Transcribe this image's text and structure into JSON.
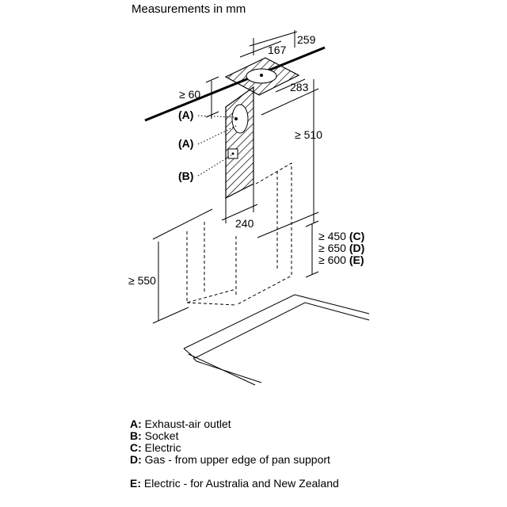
{
  "title": "Measurements in mm",
  "dimensions": {
    "d259": "259",
    "d167": "167",
    "d283": "283",
    "d60": "≥ 60",
    "d510": "≥ 510",
    "d240": "240",
    "d450": "≥ 450",
    "d650": "≥ 650",
    "d600": "≥ 600",
    "d550": "≥ 550"
  },
  "callouts": {
    "a1": "(A)",
    "a2": "(A)",
    "b": "(B)",
    "c": "(C)",
    "d": "(D)",
    "e": "(E)"
  },
  "legend": [
    {
      "key": "A:",
      "text": "Exhaust-air outlet"
    },
    {
      "key": "B:",
      "text": "Socket"
    },
    {
      "key": "C:",
      "text": "Electric"
    },
    {
      "key": "D:",
      "text": "Gas - from upper edge of pan support"
    },
    {
      "key": "E:",
      "text": "Electric - for Australia and New Zealand"
    }
  ]
}
